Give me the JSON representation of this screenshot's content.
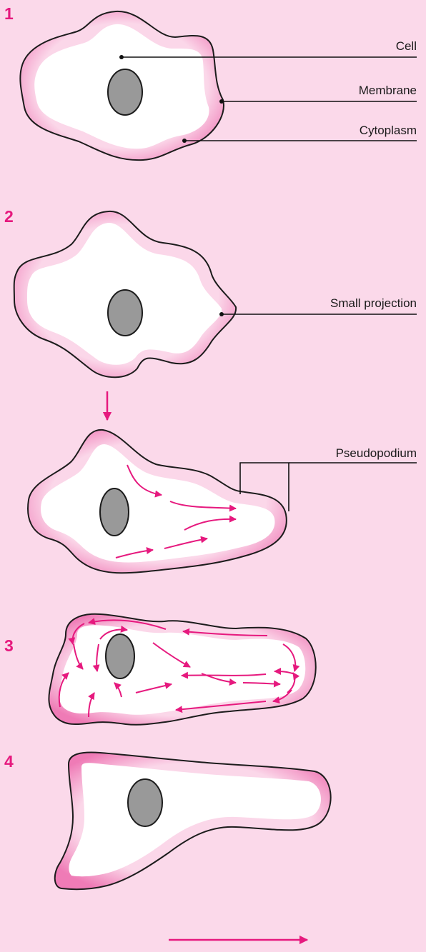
{
  "colors": {
    "background": "#fbd9ea",
    "accent": "#e6197e",
    "cell_edge": "#ef7bb6",
    "cytoplasm": "#ffffff",
    "nucleus": "#999999"
  },
  "steps": [
    {
      "number": "1",
      "labels": {
        "cell": "Cell",
        "membrane": "Membrane",
        "cytoplasm": "Cytoplasm"
      }
    },
    {
      "number": "2",
      "labels": {
        "small_projection": "Small projection",
        "pseudopodium": "Pseudopodium"
      }
    },
    {
      "number": "3"
    },
    {
      "number": "4"
    }
  ]
}
